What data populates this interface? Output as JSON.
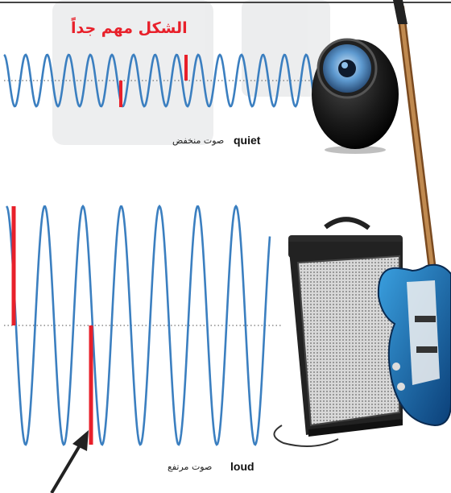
{
  "title": "الشكل مهم جداً",
  "quiet_wave": {
    "label_en": "quiet",
    "label_ar": "صوت منخفض"
  },
  "loud_wave": {
    "label_en": "loud",
    "label_ar": "صوت مرتفع"
  },
  "colors": {
    "wave": "#3b7fc0",
    "amplitude_marker": "#e8202a",
    "title": "#e8202a",
    "axis_dots": "#8a8a8a"
  },
  "icons": [
    "speaker-icon",
    "guitar-amplifier-icon",
    "electric-guitar-icon",
    "pointer-arrow-icon"
  ]
}
